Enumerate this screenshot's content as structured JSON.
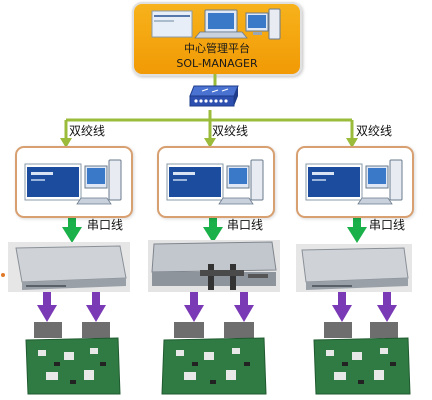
{
  "central": {
    "title": "中心管理平台",
    "subtitle": "SOL-MANAGER"
  },
  "links": {
    "twisted_pair": "双绞线",
    "serial_line": "串口线"
  },
  "colors": {
    "central_box": "#f5a30c",
    "twisted_pair_line": "#9bbb3b",
    "serial_arrow": "#1ab04a",
    "board_arrow": "#7a3ab5",
    "client_border": "#d8a070",
    "switch": "#2c4fb0"
  },
  "icons": {
    "central_pc": "desktop-computer-icon",
    "switch": "network-switch-icon",
    "client_pc": "desktop-computer-icon",
    "server": "rack-server-icon",
    "board": "circuit-board-icon"
  }
}
